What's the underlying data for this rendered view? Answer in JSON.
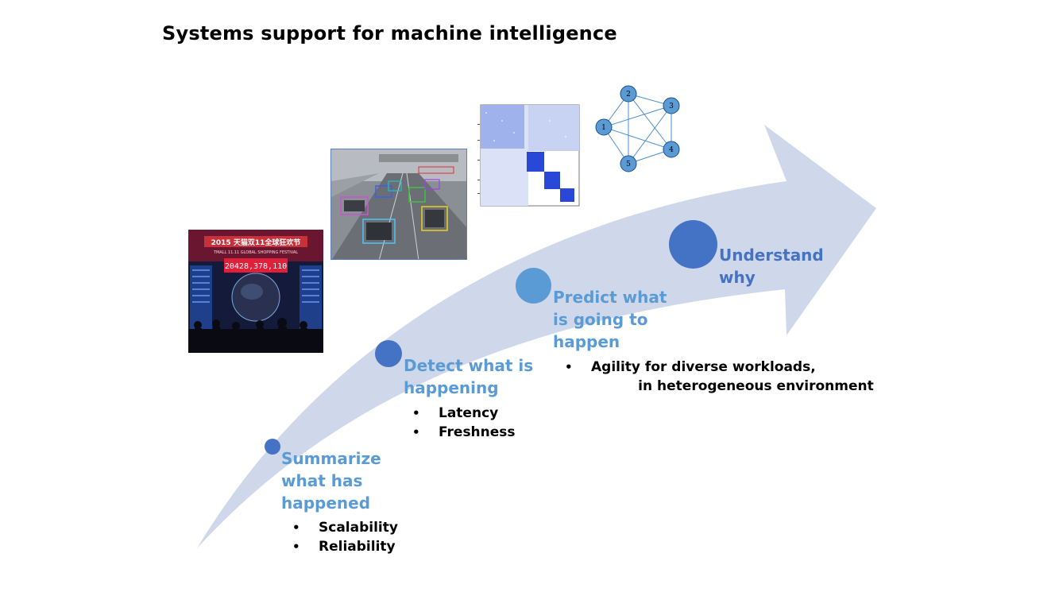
{
  "title": "Systems support for machine intelligence",
  "colors": {
    "arrow": "#cfd7ea",
    "dot": "#4472c4",
    "label_light": "#5b9bd5",
    "label_dark": "#4472c4"
  },
  "stages": [
    {
      "label_lines": [
        "Summarize",
        "what has",
        "happened"
      ],
      "bullets": [
        "Scalability",
        "Reliability"
      ]
    },
    {
      "label_lines": [
        "Detect what is",
        "happening"
      ],
      "bullets": [
        "Latency",
        "Freshness"
      ]
    },
    {
      "label_lines": [
        "Predict what",
        "is going to",
        "happen"
      ],
      "bullets": [
        "Agility for diverse workloads,",
        "          in heterogeneous environment"
      ]
    },
    {
      "label_lines": [
        "Understand",
        "why"
      ],
      "bullets": []
    }
  ],
  "images": {
    "shopping": {
      "banner_text": "2015 TMALL 11.11 GLOBAL SHOPPING FESTIVAL",
      "counter": "20428,378,110"
    },
    "traffic": {
      "icon": "traffic-camera-detection-image"
    },
    "matrix": {
      "icon": "matrix-heatmap-image"
    },
    "graph": {
      "nodes": [
        "1",
        "2",
        "3",
        "4",
        "5"
      ]
    }
  }
}
